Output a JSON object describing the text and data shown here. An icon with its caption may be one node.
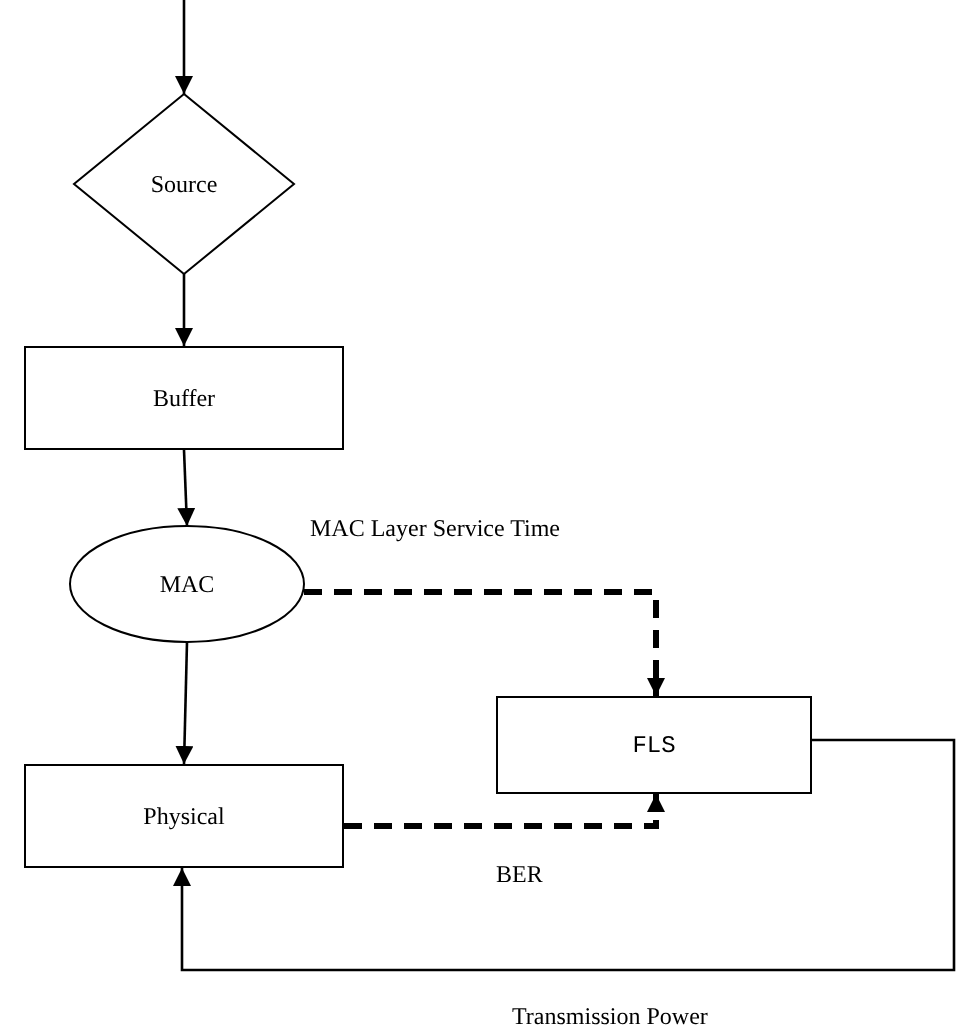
{
  "diagram": {
    "nodes": [
      {
        "text": [
          "Source"
        ]
      },
      {
        "text": [
          "Buffer"
        ]
      },
      {
        "text": [
          "MAC"
        ]
      },
      {
        "text": [
          "Physical"
        ]
      },
      {
        "text": [
          "FLS"
        ]
      }
    ],
    "edges": [
      {
        "from": null,
        "to": 0,
        "arrow": "to"
      },
      {
        "from": 0,
        "to": 1,
        "arrow": "to"
      },
      {
        "from": 1,
        "to": 2,
        "arrow": "to"
      },
      {
        "from": 2,
        "to": 3,
        "arrow": "to"
      },
      {
        "from": 2,
        "to": 4,
        "arrow": "to",
        "label": "MAC Layer Service Time",
        "style": "dashed"
      },
      {
        "from": 3,
        "to": 4,
        "arrow": "to",
        "label": "BER",
        "style": "dashed"
      },
      {
        "from": 4,
        "to": 3,
        "arrow": "to",
        "label": "Transmission Power"
      }
    ]
  }
}
